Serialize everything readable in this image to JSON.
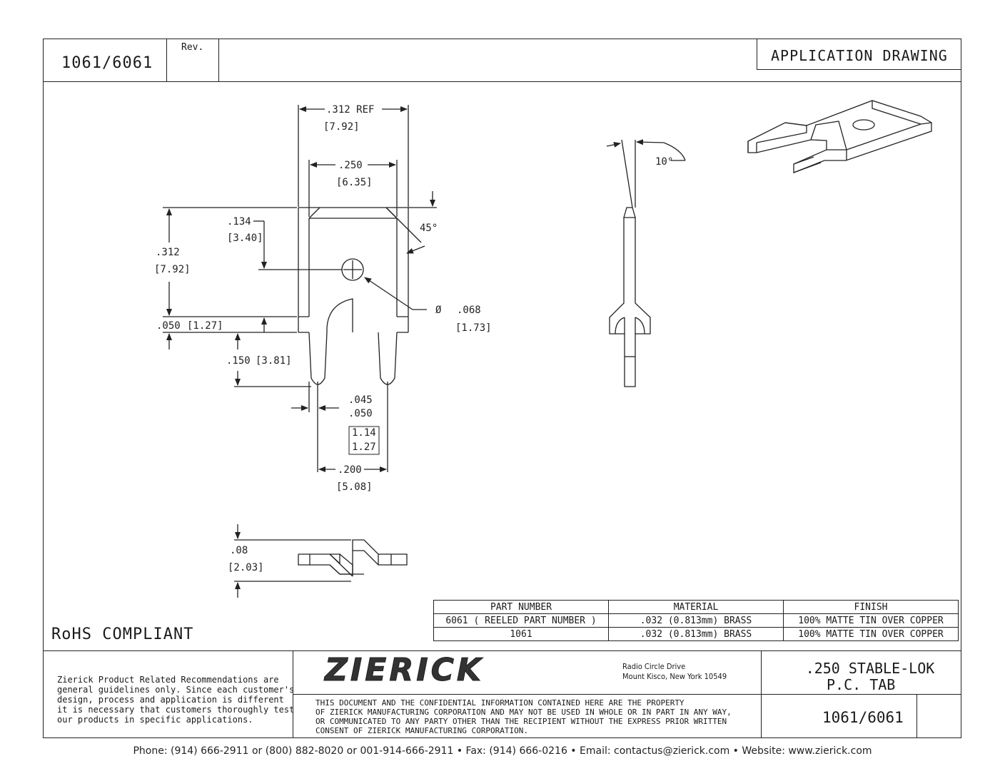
{
  "title_block": {
    "part_no": "1061/6061",
    "rev_label": "Rev.",
    "drawing_type": "APPLICATION DRAWING"
  },
  "dims": {
    "ref_width": ".312  REF",
    "ref_width_mm": "[7.92]",
    "tab_width": ".250",
    "tab_width_mm": "[6.35]",
    "hole_offset": ".134",
    "hole_offset_mm": "[3.40]",
    "height": ".312",
    "height_mm": "[7.92]",
    "step": ".050",
    "step_mm": "[1.27]",
    "leg": ".150",
    "leg_mm": "[3.81]",
    "leg_w1": ".045",
    "leg_w2": ".050",
    "leg_w1_mm": "1.14",
    "leg_w2_mm": "1.27",
    "pitch": ".200",
    "pitch_mm": "[5.08]",
    "hole_dia_symbol": "Ø",
    "hole_dia": ".068",
    "hole_dia_mm": "[1.73]",
    "chamfer": "45°",
    "angle": "10°",
    "offset": ".08",
    "offset_mm": "[2.03]"
  },
  "rohs": "RoHS COMPLIANT",
  "parts_table": {
    "headers": [
      "PART NUMBER",
      "MATERIAL",
      "FINISH"
    ],
    "rows": [
      [
        "6061 ( REELED PART NUMBER )",
        ".032 (0.813mm) BRASS",
        "100% MATTE TIN OVER COPPER"
      ],
      [
        "1061",
        ".032 (0.813mm) BRASS",
        "100% MATTE TIN OVER COPPER"
      ]
    ]
  },
  "notice": {
    "line1": "Zierick Product Related Recommendations are",
    "line2": "general guidelines only. Since each customer's",
    "line3": "design, process and application is different",
    "line4": "it is necessary that customers thoroughly test",
    "line5": "our products in specific applications."
  },
  "company": {
    "logo": "ZIERICK",
    "address1": "Radio Circle Drive",
    "address2": "Mount Kisco, New York 10549"
  },
  "legal": {
    "line1": "THIS DOCUMENT AND THE CONFIDENTIAL INFORMATION CONTAINED HERE ARE THE PROPERTY",
    "line2": "OF ZIERICK MANUFACTURING CORPORATION AND MAY NOT BE USED IN WHOLE OR IN PART IN ANY WAY,",
    "line3": "OR COMMUNICATED TO ANY PARTY OTHER THAN THE RECIPIENT WITHOUT THE EXPRESS PRIOR WRITTEN",
    "line4": "CONSENT OF ZIERICK MANUFACTURING CORPORATION."
  },
  "product": {
    "name_line1": ".250 STABLE-LOK",
    "name_line2": "P.C. TAB",
    "part_no": "1061/6061"
  },
  "footer": "Phone: (914) 666-2911 or (800) 882-8020 or 001-914-666-2911 • Fax: (914) 666-0216 • Email: contactus@zierick.com • Website: www.zierick.com"
}
